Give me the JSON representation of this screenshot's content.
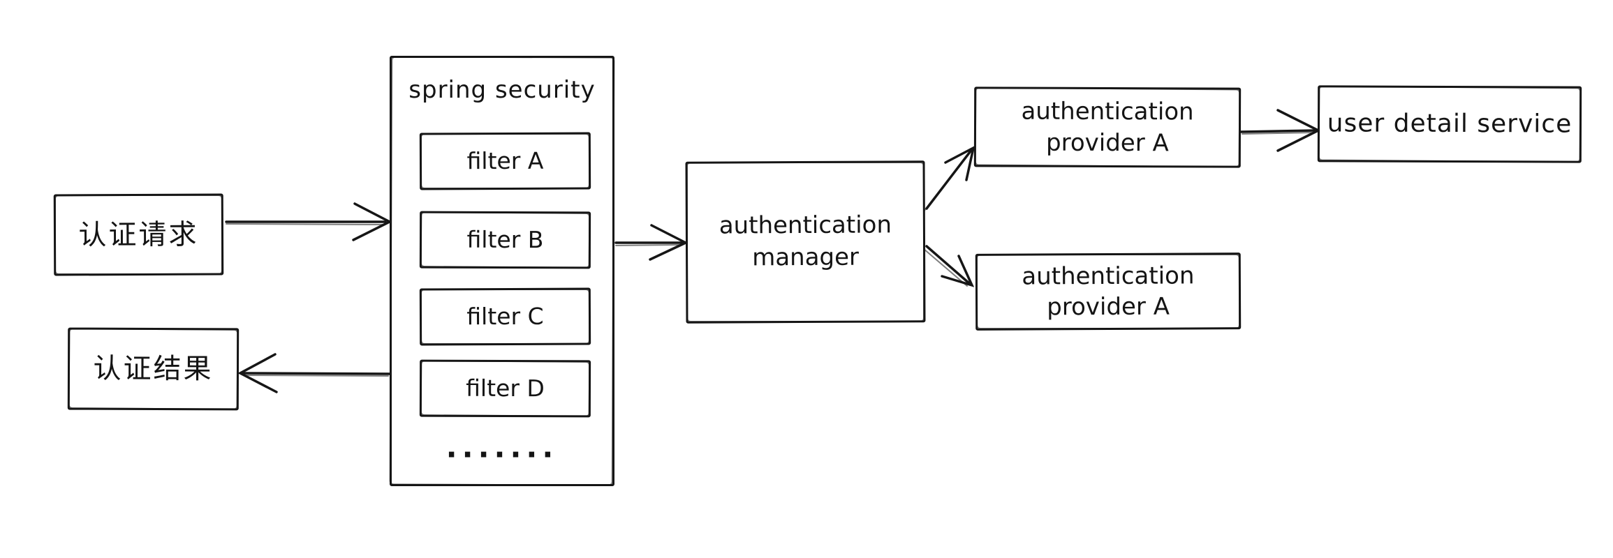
{
  "diagram": {
    "background_color": "#ffffff",
    "stroke_color": "#161616",
    "nodes": {
      "auth_request": {
        "label": "认证请求"
      },
      "auth_result": {
        "label": "认证结果"
      },
      "spring_security": {
        "title": "spring security",
        "filters": [
          "filter A",
          "filter B",
          "filter C",
          "filter D"
        ],
        "ellipsis": "·······"
      },
      "auth_manager": {
        "line1": "authentication",
        "line2": "manager"
      },
      "provider_top": {
        "line1": "authentication",
        "line2": "provider A"
      },
      "provider_bottom": {
        "line1": "authentication",
        "line2": "provider A"
      },
      "user_detail_service": {
        "label": "user detail service"
      }
    }
  }
}
